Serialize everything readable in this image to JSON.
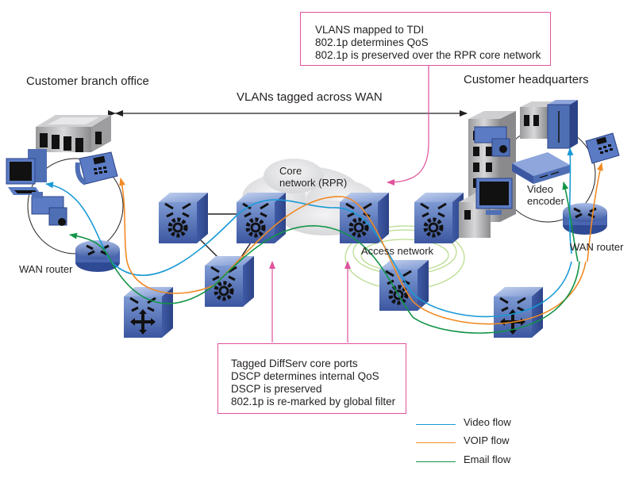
{
  "sites": {
    "branch": {
      "title": "Customer branch office",
      "router_label": "WAN router"
    },
    "headquarters": {
      "title": "Customer headquarters",
      "router_label": "WAN router",
      "encoder_label_line1": "Video",
      "encoder_label_line2": "encoder"
    }
  },
  "wan_banner": {
    "label": "VLANs tagged across WAN"
  },
  "core": {
    "label_line1": "Core",
    "label_line2": "network (RPR)"
  },
  "access": {
    "label": "Access network"
  },
  "callouts": {
    "top": {
      "lines": [
        "VLANS mapped to TDI",
        "802.1p determines QoS",
        "802.1p is preserved over the RPR core network"
      ]
    },
    "bottom": {
      "lines": [
        "Tagged DiffServ core ports",
        "DSCP determines internal QoS",
        "DSCP is preserved",
        "802.1p is re-marked by global filter"
      ]
    }
  },
  "legend": {
    "items": [
      {
        "label": "Video flow",
        "color": "#1a9ad6"
      },
      {
        "label": "VOIP flow",
        "color": "#f08a24"
      },
      {
        "label": "Email flow",
        "color": "#129447"
      }
    ]
  },
  "colors": {
    "callout_border": "#e0529c",
    "device_blue": "#4f6fb5",
    "access_ring": "#b6db8a",
    "cloud": "#e4e4e6"
  }
}
